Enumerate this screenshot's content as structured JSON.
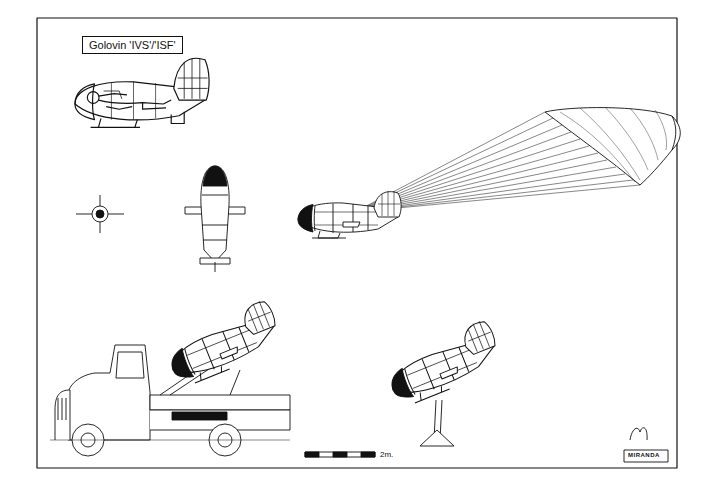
{
  "diagram": {
    "title": "Golovin 'IVS'/'ISF'",
    "labels": [
      "2m.",
      "MIRANDA"
    ]
  }
}
